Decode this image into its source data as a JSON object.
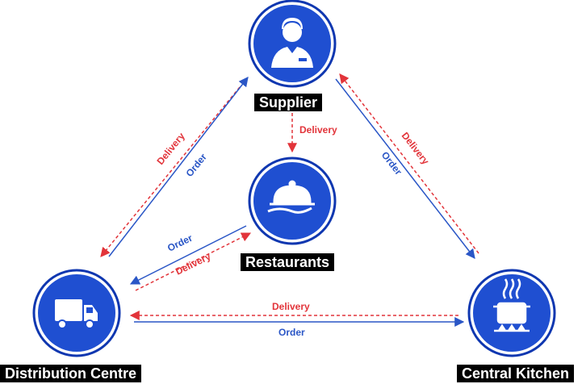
{
  "colors": {
    "node_fill": "#1f4fd1",
    "node_ring": "#0f37b0",
    "order": "#2a56c6",
    "delivery": "#e2343a",
    "label_bg": "#000000",
    "label_text": "#ffffff"
  },
  "nodes": {
    "supplier": {
      "label": "Supplier",
      "icon": "supplier-person-icon"
    },
    "restaurants": {
      "label": "Restaurants",
      "icon": "serving-cloche-icon"
    },
    "distribution": {
      "label": "Distribution Centre",
      "icon": "delivery-truck-icon"
    },
    "kitchen": {
      "label": "Central Kitchen",
      "icon": "cooking-pot-icon"
    }
  },
  "edges": {
    "supplier_restaurants": {
      "delivery": "Delivery"
    },
    "supplier_distribution": {
      "delivery": "Delivery",
      "order": "Order"
    },
    "supplier_kitchen": {
      "delivery": "Delivery",
      "order": "Order"
    },
    "restaurants_distribution": {
      "order": "Order",
      "delivery": "Delivery"
    },
    "distribution_kitchen": {
      "delivery": "Delivery",
      "order": "Order"
    }
  }
}
